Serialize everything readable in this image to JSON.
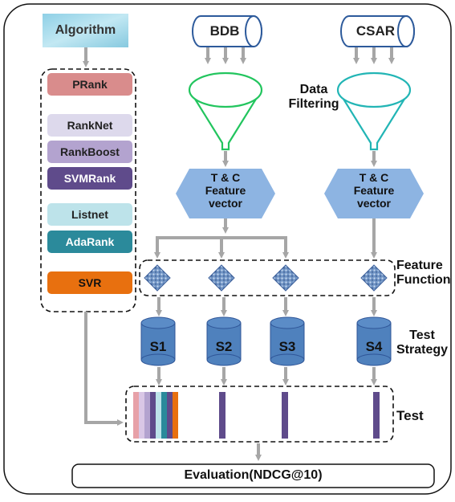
{
  "header_label": "Algorithm",
  "algorithms": [
    {
      "name": "PRank",
      "color": "#d98c8c",
      "text_color": "#222222"
    },
    {
      "name": "RankNet",
      "color": "#ddd9ec",
      "text_color": "#222222"
    },
    {
      "name": "RankBoost",
      "color": "#b3a3cf",
      "text_color": "#222222"
    },
    {
      "name": "SVMRank",
      "color": "#5f4b8b",
      "text_color": "#ffffff"
    },
    {
      "name": "Listnet",
      "color": "#bde3ea",
      "text_color": "#222222"
    },
    {
      "name": "AdaRank",
      "color": "#2b8a9b",
      "text_color": "#ffffff"
    },
    {
      "name": "SVR",
      "color": "#e8700f",
      "text_color": "#111111"
    }
  ],
  "databases": {
    "bdb": "BDB",
    "csar": "CSAR"
  },
  "data_filtering": {
    "line1": "Data",
    "line2": "Filtering"
  },
  "feature_vector": {
    "line1": "T & C",
    "line2": "Feature",
    "line3": "vector"
  },
  "feature_function": {
    "line1": "Feature",
    "line2": "Function"
  },
  "strategies": [
    "S1",
    "S2",
    "S3",
    "S4"
  ],
  "test_strategy": {
    "line1": "Test",
    "line2": "Strategy"
  },
  "test_label": "Test",
  "evaluation": "Evaluation(NDCG@10)",
  "colors": {
    "funnel_bdb": "#22c55e",
    "funnel_csar": "#22b5b5",
    "hexagon": "#8db4e2",
    "cylinder": "#4f81bd",
    "arrow": "#a6a6a6",
    "test_bar": "#5f4b8b"
  }
}
